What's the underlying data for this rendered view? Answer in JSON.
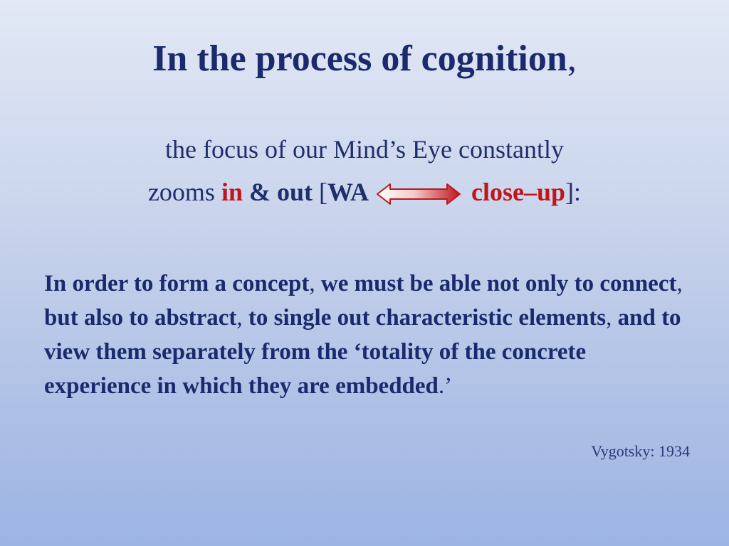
{
  "title": {
    "text": "In the process of cognition",
    "comma": ","
  },
  "subtitle": {
    "line1": "the focus of our Mind’s Eye constantly",
    "zooms": "zooms ",
    "in": "in",
    "and_out": " & out",
    "open_bracket": " [",
    "wa": "WA",
    "close_up": "close–up",
    "close_bracket": "]",
    "colon": ":"
  },
  "quote": {
    "p1": "In order to form a concept",
    "c1": ",",
    "p2": " we must be able not only to connect",
    "c2": ",",
    "p3": " but also to abstract",
    "c3": ",",
    "p4": " to single out characteristic elements",
    "c4": ",",
    "p5": " and to view them separately from the ‘totality of the concrete experience in which they are embedded",
    "end": ".’"
  },
  "citation": "Vygotsky: 1934",
  "colors": {
    "title": "#1a2a6c",
    "accent_red": "#c0161b"
  },
  "icons": {
    "arrow": "double-headed-arrow-icon"
  }
}
